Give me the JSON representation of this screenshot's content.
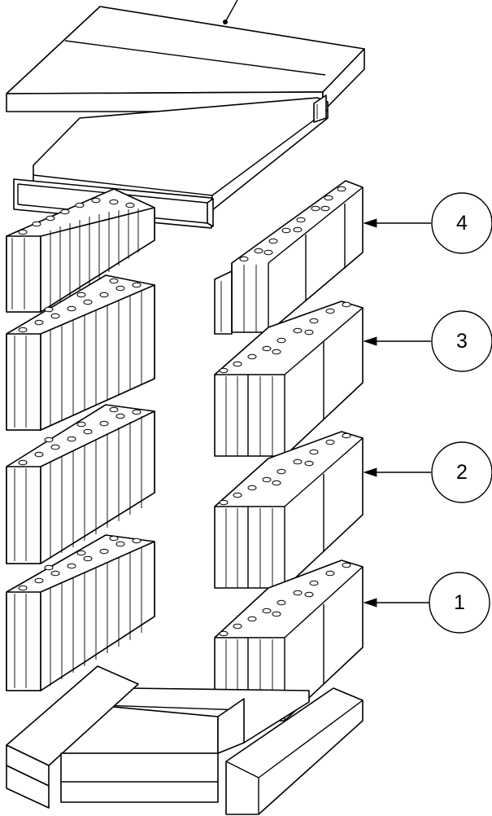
{
  "callouts": [
    {
      "label": "4"
    },
    {
      "label": "3"
    },
    {
      "label": "2"
    },
    {
      "label": "1"
    }
  ],
  "colors": {
    "line": "#000000",
    "fill": "#ffffff",
    "shade": "#f2f2f2"
  },
  "icons": [
    "leader-arrow-icon",
    "battery-cell-icon"
  ]
}
